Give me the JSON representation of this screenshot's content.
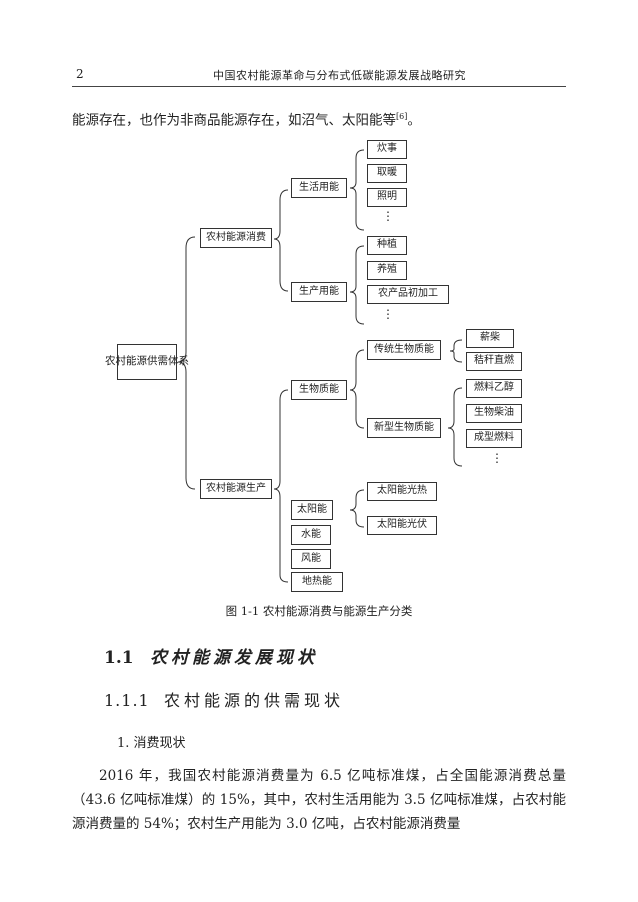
{
  "header": {
    "page_number": "2",
    "running_title": "中国农村能源革命与分布式低碳能源发展战略研究"
  },
  "intro": {
    "text": "能源存在，也作为非商品能源存在，如沼气、太阳能等",
    "ref": "[6]",
    "end": "。"
  },
  "diagram": {
    "root": "农村能源供需体系",
    "consumption": "农村能源消费",
    "production": "农村能源生产",
    "living": "生活用能",
    "living_items": [
      "炊事",
      "取暖",
      "照明"
    ],
    "productive": "生产用能",
    "productive_items": [
      "种植",
      "养殖",
      "农产品初加工"
    ],
    "biomass": "生物质能",
    "traditional_biomass": "传统生物质能",
    "traditional_items": [
      "薪柴",
      "秸秆直燃"
    ],
    "new_biomass": "新型生物质能",
    "new_items": [
      "燃料乙醇",
      "生物柴油",
      "成型燃料"
    ],
    "solar": "太阳能",
    "solar_items": [
      "太阳能光热",
      "太阳能光伏"
    ],
    "hydro": "水能",
    "wind": "风能",
    "geothermal": "地热能",
    "ellipsis": "⋮"
  },
  "figure": {
    "caption": "图 1-1    农村能源消费与能源生产分类"
  },
  "section": {
    "number": "1.1",
    "title": "农村能源发展现状"
  },
  "subsection": {
    "number": "1.1.1",
    "title": "农村能源的供需现状"
  },
  "subsubsection": {
    "title": "1. 消费现状"
  },
  "body": {
    "paragraph": "2016 年，我国农村能源消费量为 6.5 亿吨标准煤，占全国能源消费总量（43.6 亿吨标准煤）的 15%，其中，农村生活用能为 3.5 亿吨标准煤，占农村能源消费量的 54%；农村生产用能为 3.0 亿吨，占农村能源消费量"
  }
}
